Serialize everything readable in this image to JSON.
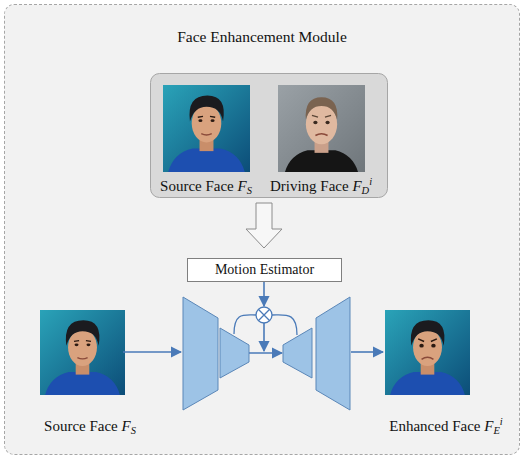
{
  "diagram": {
    "nodes": [
      {
        "text": [
          "Face Enhancement Module"
        ]
      },
      {
        "text": [
          "Source Face FS"
        ],
        "in": 0
      },
      {
        "text": [
          "Driving Face FDi"
        ],
        "in": 0
      },
      {
        "text": [
          "Motion Estimator"
        ],
        "in": 0
      },
      {
        "text": [
          "Source Face FS"
        ],
        "in": 0
      },
      {
        "text": [
          "Enhanced Face FEi"
        ],
        "in": 0
      }
    ]
  }
}
